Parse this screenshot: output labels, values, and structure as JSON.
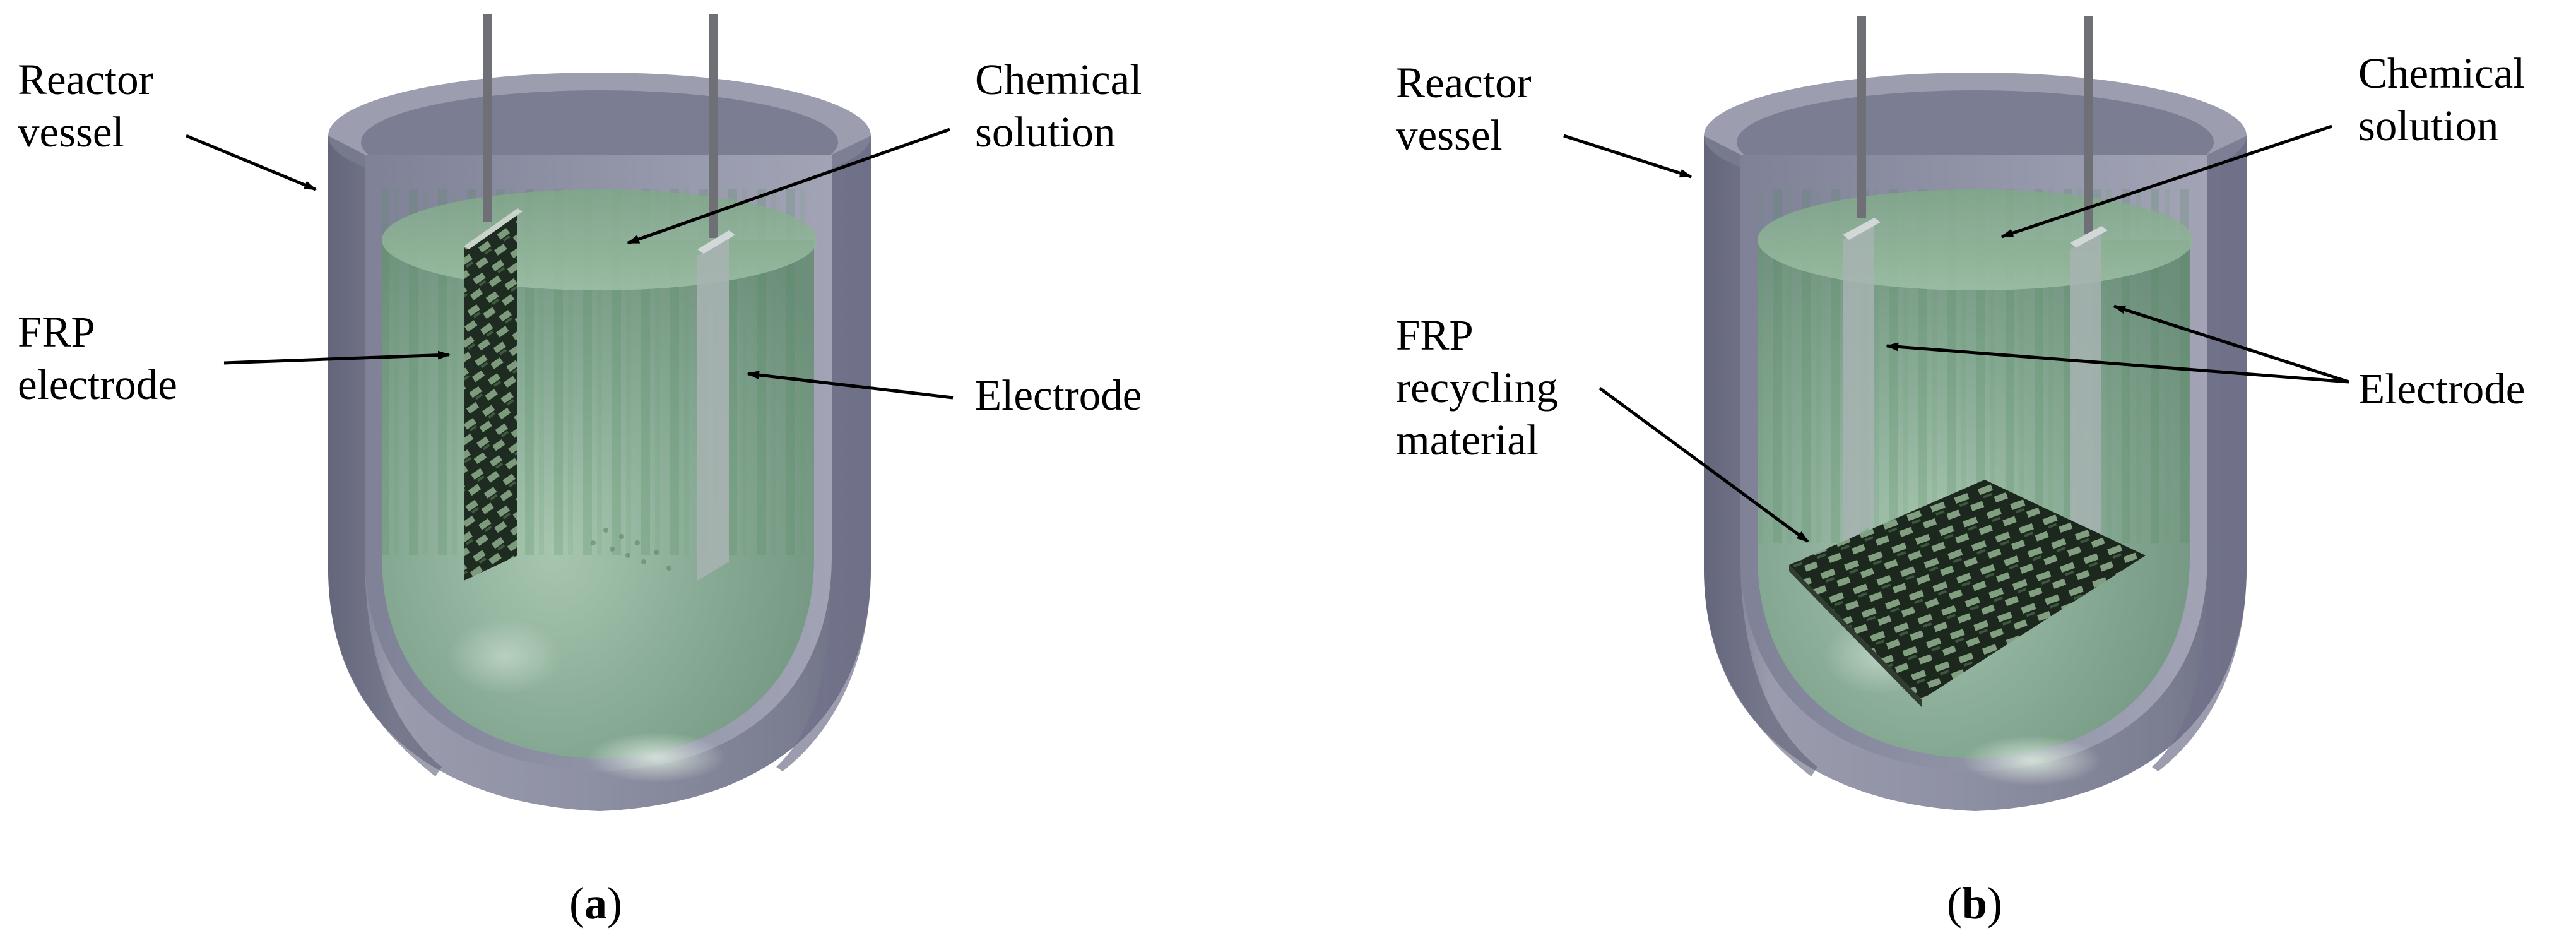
{
  "panel_a": {
    "labels": {
      "reactor_vessel": [
        "Reactor",
        "vessel"
      ],
      "chemical_solution": [
        "Chemical",
        "solution"
      ],
      "frp_electrode": [
        "FRP",
        "electrode"
      ],
      "electrode": "Electrode"
    },
    "caption": {
      "letter": "a"
    }
  },
  "panel_b": {
    "labels": {
      "reactor_vessel": [
        "Reactor",
        "vessel"
      ],
      "chemical_solution": [
        "Chemical",
        "solution"
      ],
      "frp_recycling_material": [
        "FRP",
        "recycling",
        "material"
      ],
      "electrode": "Electrode"
    },
    "caption": {
      "letter": "b"
    }
  },
  "colors": {
    "vessel_body": "#8a8c9e",
    "vessel_dark": "#5e6073",
    "vessel_light": "#b7b9c8",
    "solution": "#6f9a7c",
    "solution_light": "#a7c7ae",
    "electrode": "#a6b2b0",
    "rod": "#6e7076",
    "frp_dark": "#1d2a1f",
    "frp_light": "#7f9b7e"
  }
}
